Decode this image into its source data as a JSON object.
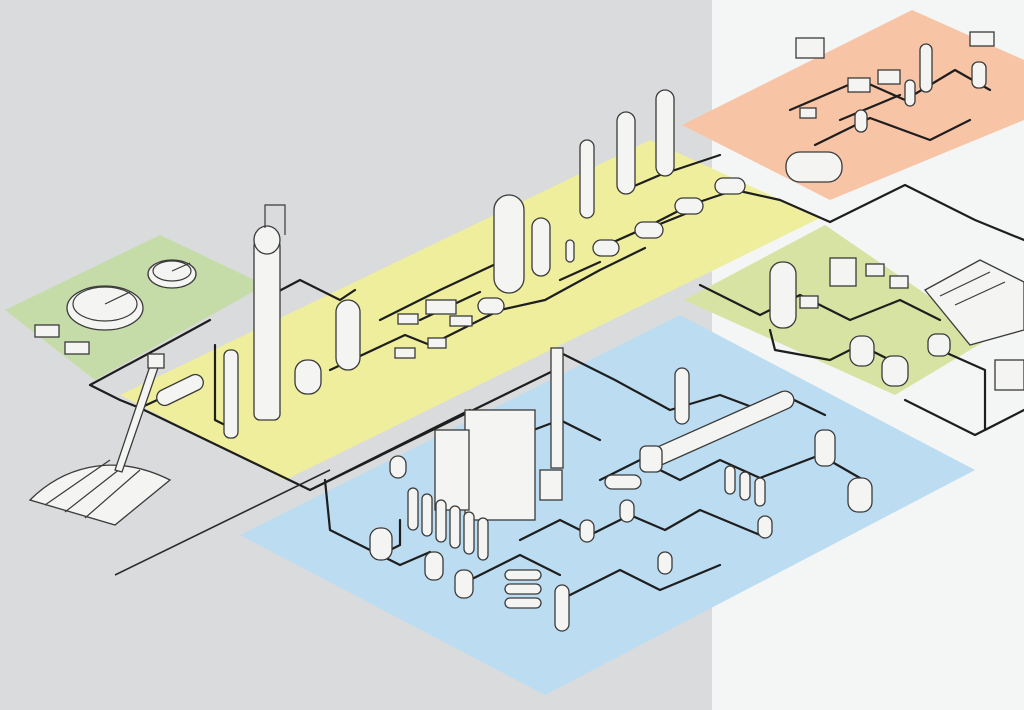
{
  "colors": {
    "background_gray": "#d9dbdc",
    "background_white": "#f4f5f5",
    "zone_green": "#c6dca8",
    "zone_yellow": "#eeee9c",
    "zone_blue": "#bcdcf1",
    "zone_orange": "#f8c4a6",
    "zone_olive": "#d7e3a2",
    "pipe": "#1e1e1e",
    "equipment": "#f4f4f2"
  },
  "zones": [
    {
      "id": "wastewater-treatment-zone",
      "color": "green"
    },
    {
      "id": "distillation-zone",
      "color": "yellow"
    },
    {
      "id": "boiler-and-dryer-zone",
      "color": "blue"
    },
    {
      "id": "bottling-zone",
      "color": "orange"
    },
    {
      "id": "processing-zone",
      "color": "olive"
    }
  ],
  "equipment": {
    "clarifiers": 2,
    "distillation_columns": 1,
    "storage_tanks_large": 3,
    "rotary_dryers": 1
  }
}
